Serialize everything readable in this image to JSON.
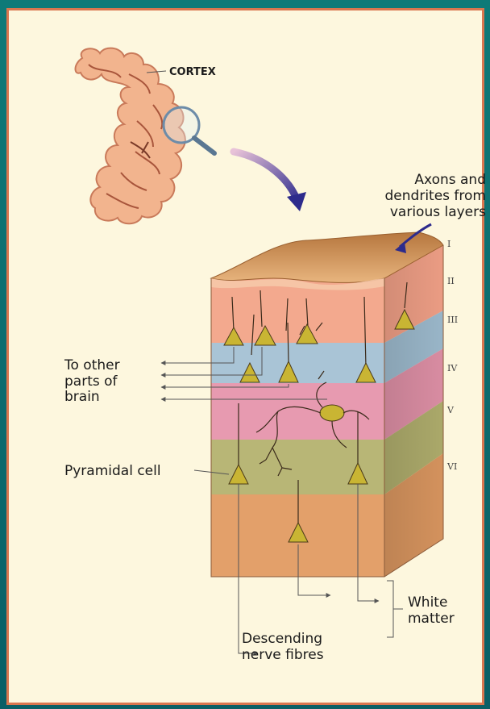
{
  "colors": {
    "background": "#0c6f6b",
    "panel": "#fdf7de",
    "panel_border": "#d9764f",
    "cortex_tissue": "#f2b48e",
    "layer_I_top": "#c98b55",
    "layer_II_III": "#f3a98e",
    "layer_IV": "#a9c4d6",
    "layer_V": "#e79ab0",
    "layer_VI": "#b8b676",
    "white_matter": "#e3a06a",
    "neuron": "#c9b533",
    "arrow": "#2d2b8c"
  },
  "labels": {
    "cortex": "CORTEX",
    "axons_line1": "Axons and",
    "axons_line2": "dendrites from",
    "axons_line3": "various layers",
    "to_other_line1": "To other",
    "to_other_line2": "parts of",
    "to_other_line3": "brain",
    "pyramidal_cell": "Pyramidal cell",
    "white_matter_line1": "White",
    "white_matter_line2": "matter",
    "descending_line1": "Descending",
    "descending_line2": "nerve fibres"
  },
  "layers": [
    "I",
    "II",
    "III",
    "IV",
    "V",
    "VI"
  ]
}
